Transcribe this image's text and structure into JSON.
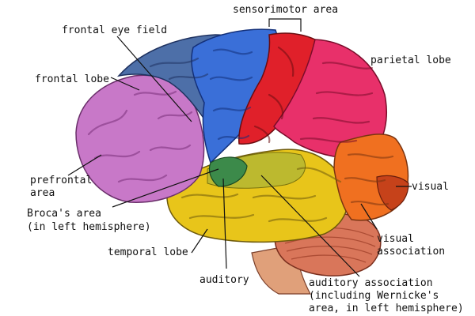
{
  "labels": {
    "sensorimotor_area": "sensorimotor area",
    "frontal_eye_field": "frontal eye field",
    "parietal_lobe": "parietal lobe",
    "frontal_lobe": "frontal lobe",
    "prefrontal_area_line1": "prefrontal",
    "prefrontal_area_line2": "area",
    "brocas_area_line1": "Broca's area",
    "brocas_area_line2": "(in left hemisphere)",
    "visual": "visual",
    "visual_association_line1": "visual",
    "visual_association_line2": "association",
    "temporal_lobe": "temporal lobe",
    "auditory": "auditory",
    "auditory_association_line1": "auditory association",
    "auditory_association_line2": "(including Wernicke's",
    "auditory_association_line3": "area, in left hemisphere)"
  },
  "colors": {
    "prefrontal": "#c878c8",
    "frontal_lobe": "#4d6fa8",
    "frontal_eye_field": "#3a6fd8",
    "sensorimotor": "#e0202a",
    "parietal": "#e8306a",
    "occipital": "#f07020",
    "temporal": "#e8c51a",
    "temporal_inner": "#b8b832",
    "brocas": "#3c8a4a",
    "cerebellum": "#d9765a",
    "brainstem": "#e0a07a"
  }
}
